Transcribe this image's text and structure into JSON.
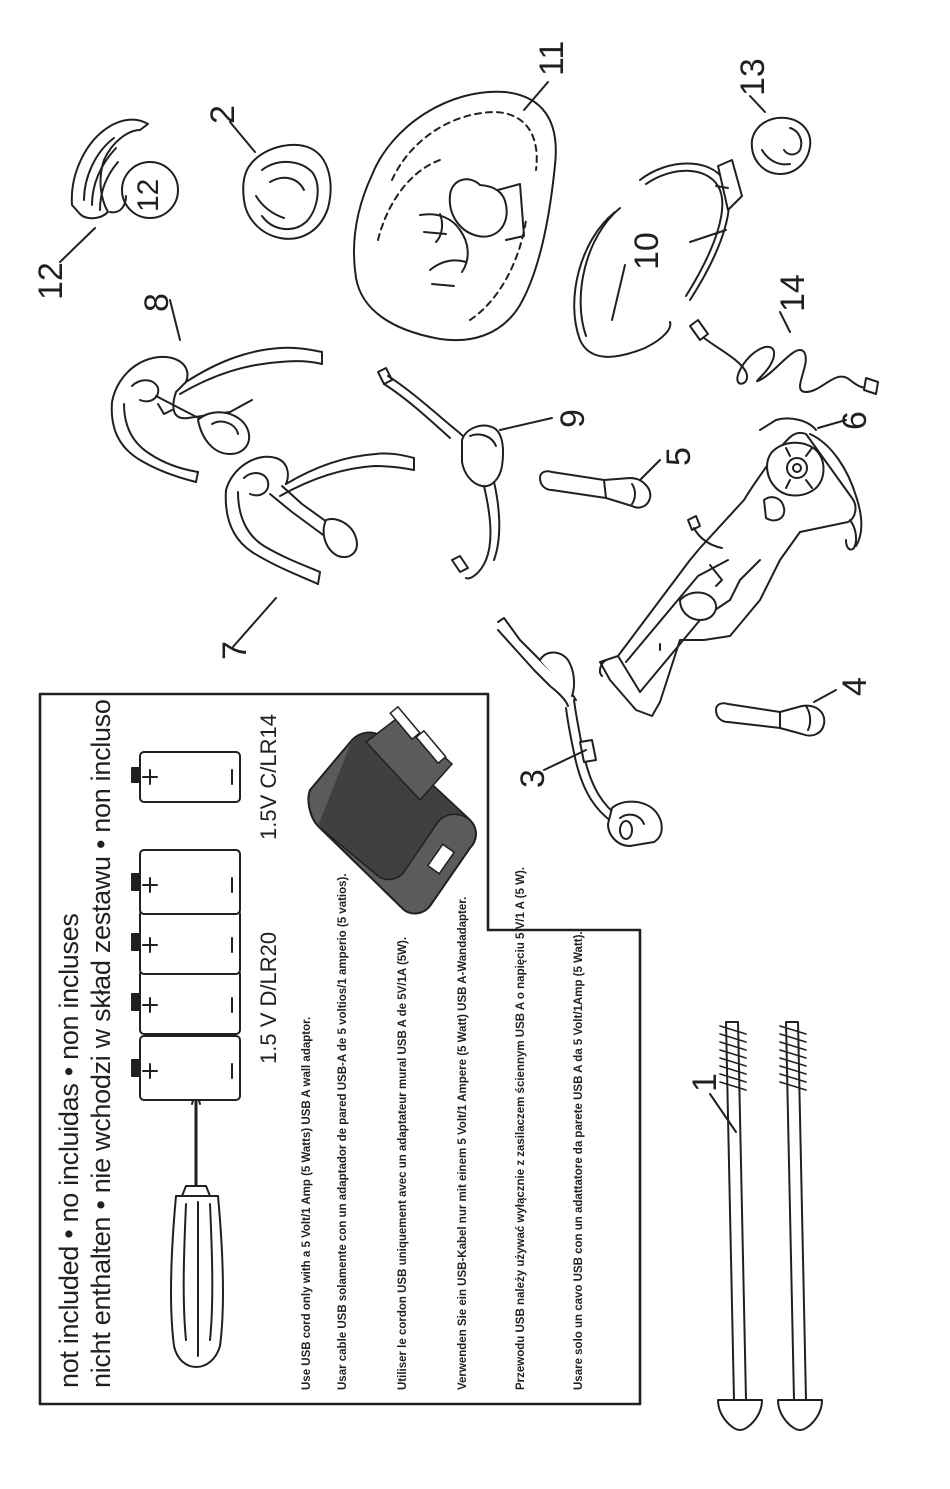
{
  "parts": [
    {
      "number": "1"
    },
    {
      "number": "2"
    },
    {
      "number": "3"
    },
    {
      "number": "4"
    },
    {
      "number": "5"
    },
    {
      "number": "6"
    },
    {
      "number": "7"
    },
    {
      "number": "8"
    },
    {
      "number": "9"
    },
    {
      "number": "10"
    },
    {
      "number": "11"
    },
    {
      "number": "12"
    },
    {
      "number": "13"
    },
    {
      "number": "14"
    }
  ],
  "circled_label": "12",
  "not_included": {
    "line1": "not included • no incluidas • non incluses",
    "line2": "nicht enthalten • nie wchodzi w skład zestawu • non incluso",
    "battery_d": "1.5 V D/LR20",
    "battery_c": "1.5V C/LR14"
  },
  "usb_notes": [
    "Use USB cord only with a 5 Volt/1 Amp (5 Watts) USB A wall adaptor.",
    "Usar cable USB solamente con un adaptador de pared USB-A de 5 voltios/1 amperio (5 vatios).",
    "Utiliser le cordon USB uniquement avec un adaptateur mural USB A de 5V/1A (5W).",
    "Verwenden Sie ein USB-Kabel nur mit einem 5 Volt/1 Ampere (5 Watt) USB A-Wandadapter.",
    "Przewodu USB należy używać wyłącznie z zasilaczem ściennym USB A o napięciu 5 V/1 A (5 W).",
    "Usare solo un cavo USB con un adattatore da parete USB A da 5 Volt/1Amp (5 Watt)."
  ],
  "colors": {
    "ink": "#231f20",
    "adapter": "#5a5b5d",
    "adapter_dark": "#3f4042"
  }
}
